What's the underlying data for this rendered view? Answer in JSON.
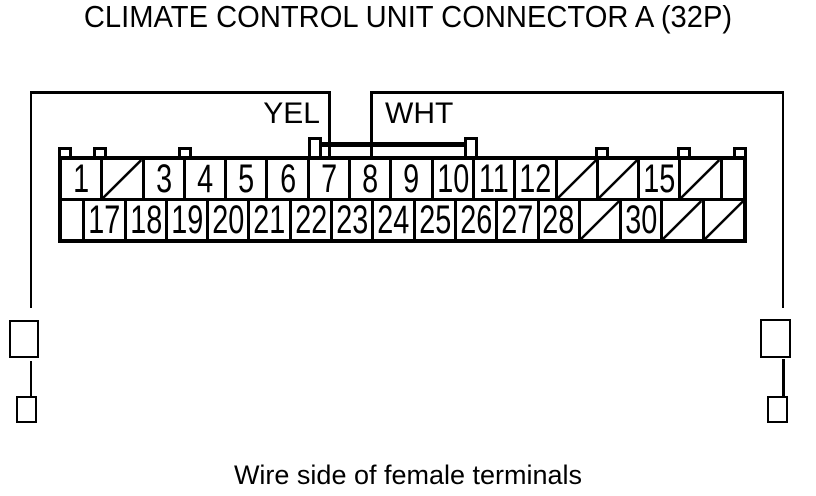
{
  "title": "CLIMATE CONTROL UNIT CONNECTOR A (32P)",
  "caption": "Wire side of female terminals",
  "wires": {
    "left_color_label": "YEL",
    "right_color_label": "WHT"
  },
  "connector": {
    "blocked_marker": "/",
    "rows": [
      {
        "cells": [
          "1",
          "/",
          "3",
          "4",
          "5",
          "6",
          "7",
          "8",
          "9",
          "10",
          "11",
          "12",
          "/",
          "/",
          "15",
          "/",
          ""
        ]
      },
      {
        "cells": [
          "",
          "17",
          "18",
          "19",
          "20",
          "21",
          "22",
          "23",
          "24",
          "25",
          "26",
          "27",
          "28",
          "/",
          "30",
          "/",
          "/"
        ]
      }
    ]
  },
  "colors": {
    "ink": "#000000",
    "paper": "#ffffff"
  }
}
